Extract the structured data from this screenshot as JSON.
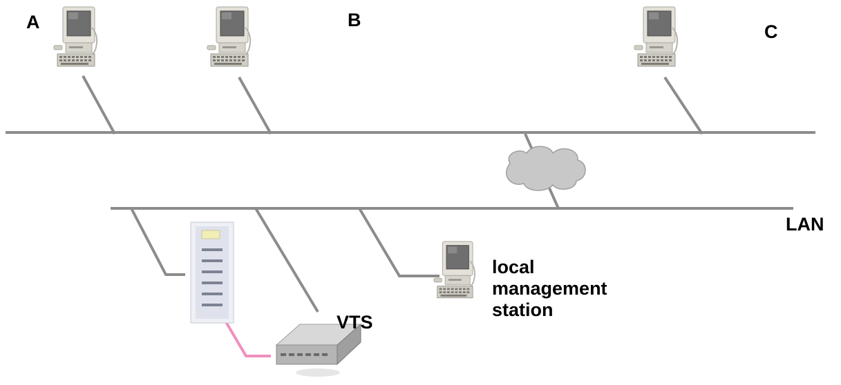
{
  "labels": {
    "a": "A",
    "b": "B",
    "c": "C",
    "lan": "LAN",
    "vts": "VTS",
    "local_station": [
      "local",
      "management",
      "station"
    ]
  },
  "icons": {
    "workstation": "desktop-computer-icon",
    "server": "tower-server-icon",
    "vts": "terminal-server-icon",
    "cloud": "cloud-network-icon"
  },
  "colors": {
    "network_line": "#8c8c8c",
    "serial_link": "#f08fc0",
    "cloud_fill": "#c8c8c8",
    "text": "#000000"
  }
}
